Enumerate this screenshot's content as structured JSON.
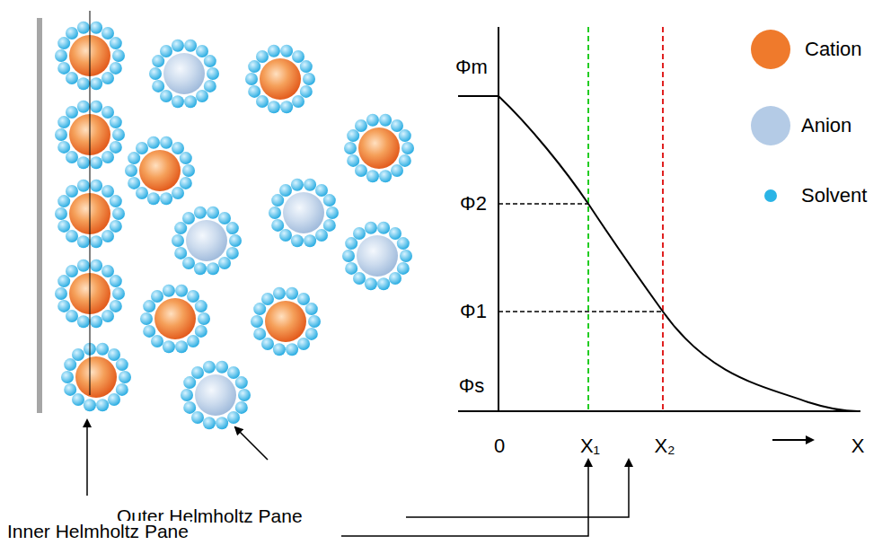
{
  "diagram": {
    "labels": [
      "Φm",
      "Φ2",
      "Φ1",
      "Φs",
      "0",
      "X₁",
      "X₂",
      "X",
      "Outer Helmholtz Pane",
      "Inner Helmholtz Pane"
    ],
    "legend": [
      {
        "text": "Cation",
        "color": "#ef7a2c"
      },
      {
        "text": "Anion",
        "color": "#b4cbe6"
      },
      {
        "text": "Solvent",
        "color": "#2ab4e6"
      }
    ]
  }
}
